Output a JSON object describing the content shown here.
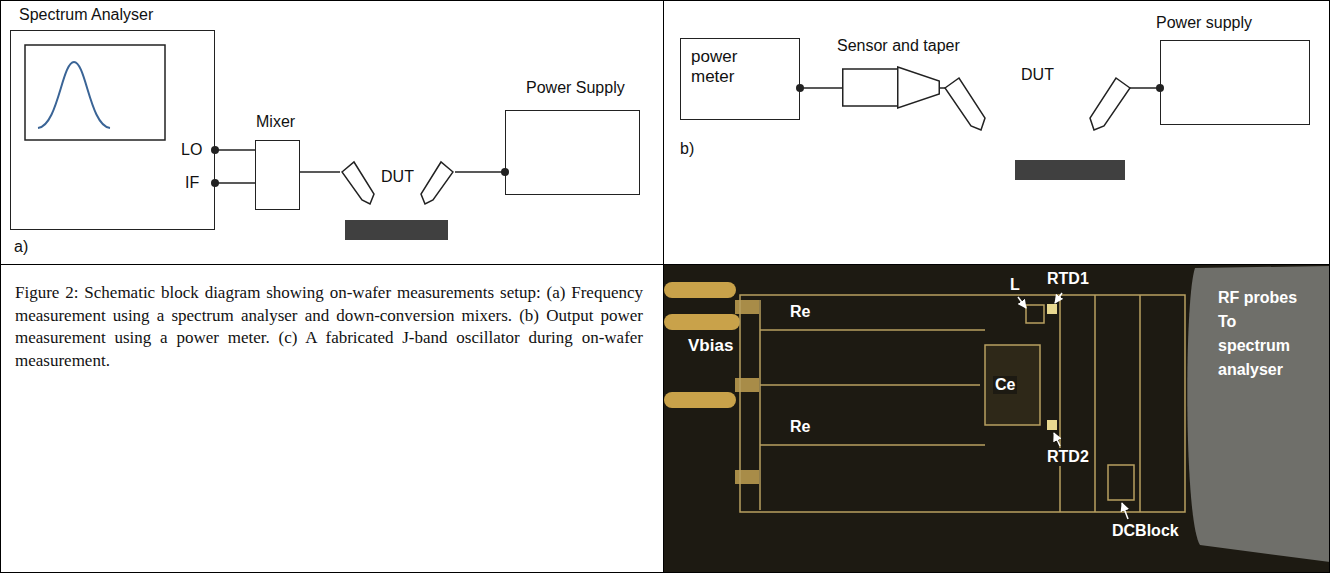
{
  "diagram": {
    "caption": "Figure 2: Schematic block diagram showing on-wafer measurements setup: (a) Frequency measurement using a spectrum analyser and down-conversion mixers. (b) Output power measurement using a power meter. (c) A fabricated J-band oscillator during on-wafer measurement.",
    "nodes": [
      {
        "text": [
          "Spectrum Analyser",
          "LO",
          "IF"
        ]
      },
      {
        "text": [
          "Mixer"
        ]
      },
      {
        "text": [
          "DUT"
        ]
      },
      {
        "text": [
          "Power Supply"
        ]
      },
      {
        "text": [
          "power meter"
        ]
      },
      {
        "text": [
          "Sensor and taper"
        ]
      },
      {
        "text": [
          "DUT"
        ]
      },
      {
        "text": [
          "Power supply"
        ]
      }
    ],
    "edges": [
      {
        "from": 0,
        "to": 1,
        "arrow": "none"
      },
      {
        "from": 0,
        "to": 1,
        "arrow": "none"
      },
      {
        "from": 1,
        "to": 2,
        "arrow": "none"
      },
      {
        "from": 2,
        "to": 3,
        "arrow": "none"
      },
      {
        "from": 4,
        "to": 5,
        "arrow": "none"
      },
      {
        "from": 5,
        "to": 6,
        "arrow": "none"
      },
      {
        "from": 6,
        "to": 7,
        "arrow": "none"
      }
    ],
    "labels": [
      "a)",
      "b)",
      "Vbias",
      "Re",
      "Re",
      "Ce",
      "L",
      "RTD1",
      "RTD2",
      "DCBlock",
      "RF probes To spectrum analyser"
    ]
  }
}
